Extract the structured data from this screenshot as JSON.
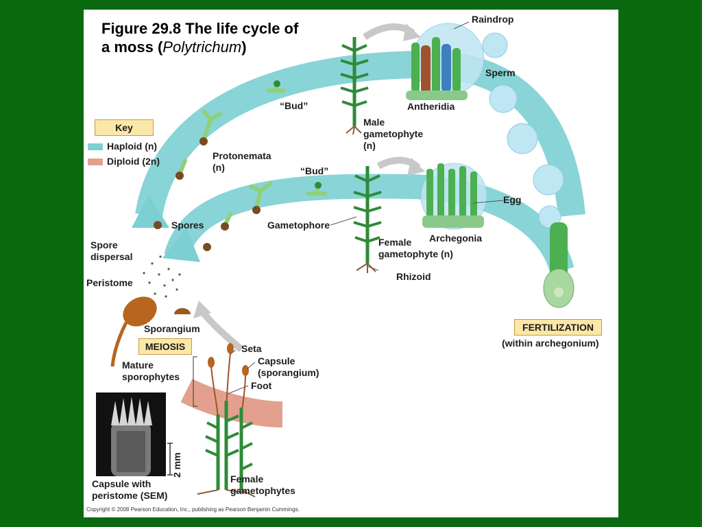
{
  "title": {
    "line1": "Figure 29.8  The life cycle of",
    "line2_bold": "a moss",
    "line2_open": "(",
    "line2_italic": "Polytrichum",
    "line2_close": ")"
  },
  "key": {
    "heading": "Key",
    "haploid": "Haploid (n)",
    "diploid": "Diploid (2n)",
    "haploid_color": "#7ccfd3",
    "diploid_color": "#e3a08e"
  },
  "labels": {
    "raindrop": "Raindrop",
    "sperm": "Sperm",
    "antheridia": "Antheridia",
    "bud_upper": "“Bud”",
    "bud_lower": "“Bud”",
    "male_gametophyte_1": "Male",
    "male_gametophyte_2": "gametophyte",
    "male_gametophyte_3": "(n)",
    "protonemata_1": "Protonemata",
    "protonemata_2": "(n)",
    "egg": "Egg",
    "gametophore": "Gametophore",
    "archegonia": "Archegonia",
    "female_gametophyte_1": "Female",
    "female_gametophyte_2": "gametophyte (n)",
    "rhizoid": "Rhizoid",
    "spores": "Spores",
    "spore_dispersal_1": "Spore",
    "spore_dispersal_2": "dispersal",
    "peristome": "Peristome",
    "sporangium": "Sporangium",
    "seta": "Seta",
    "capsule_1": "Capsule",
    "capsule_2": "(sporangium)",
    "foot": "Foot",
    "mature_sporophytes_1": "Mature",
    "mature_sporophytes_2": "sporophytes",
    "scale": "2 mm",
    "capsule_sem_1": "Capsule with",
    "capsule_sem_2": "peristome (SEM)",
    "female_gametophytes_1": "Female",
    "female_gametophytes_2": "gametophytes",
    "within_archegonium": "(within archegonium)"
  },
  "boxes": {
    "meiosis": "MEIOSIS",
    "fertilization": "FERTILIZATION"
  },
  "copyright": "Copyright © 2008 Pearson Education, Inc., publishing as Pearson Benjamin Cummings.",
  "colors": {
    "background": "#0b6a10",
    "haploid": "#7ccfd3",
    "diploid": "#e3a08e",
    "plant_green": "#2e8b3a",
    "box_fill": "#fbe7a8"
  }
}
